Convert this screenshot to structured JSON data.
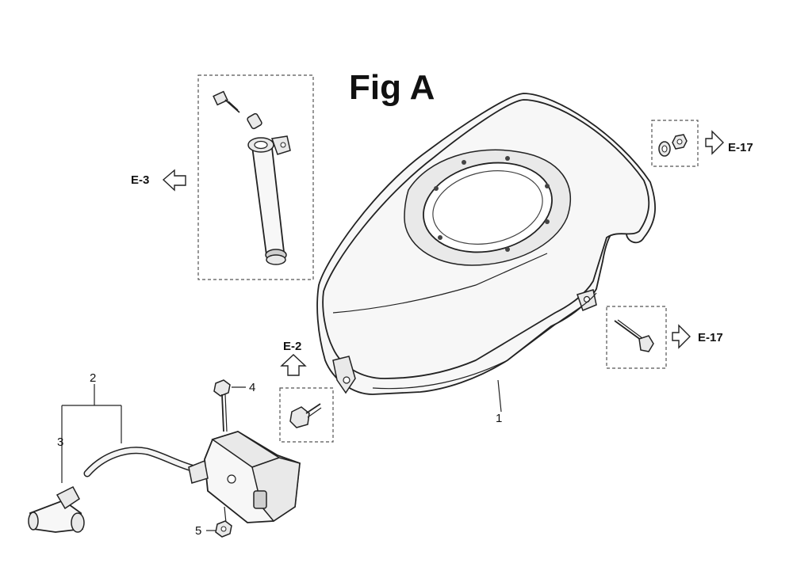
{
  "figure_title": "Fig A",
  "references": {
    "e3": "E-3",
    "e2": "E-2",
    "e17_top": "E-17",
    "e17_bottom": "E-17"
  },
  "callouts": {
    "p1": "1",
    "p2": "2",
    "p3": "3",
    "p4": "4",
    "p5": "5"
  }
}
